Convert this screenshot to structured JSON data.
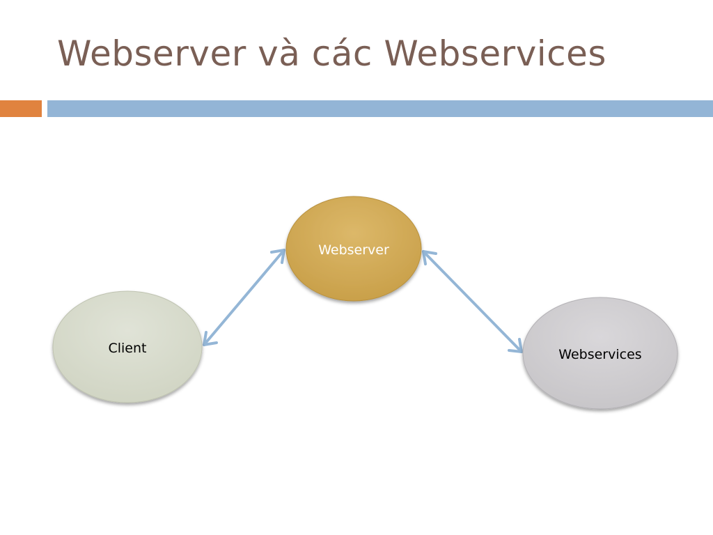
{
  "slide": {
    "title": "Webserver và các Webservices"
  },
  "colors": {
    "title_text": "#7a5f55",
    "accent_orange": "#e0833f",
    "accent_blue": "#93b5d6",
    "arrow": "#94b6d6",
    "webserver_fill": "#d3ab55",
    "webserver_text": "#ffffff",
    "client_fill": "#d7dbcc",
    "client_text": "#000000",
    "webservices_fill": "#cfcdd0",
    "webservices_text": "#000000"
  },
  "diagram": {
    "nodes": {
      "webserver": {
        "label": "Webserver"
      },
      "client": {
        "label": "Client"
      },
      "webservices": {
        "label": "Webservices"
      }
    }
  }
}
